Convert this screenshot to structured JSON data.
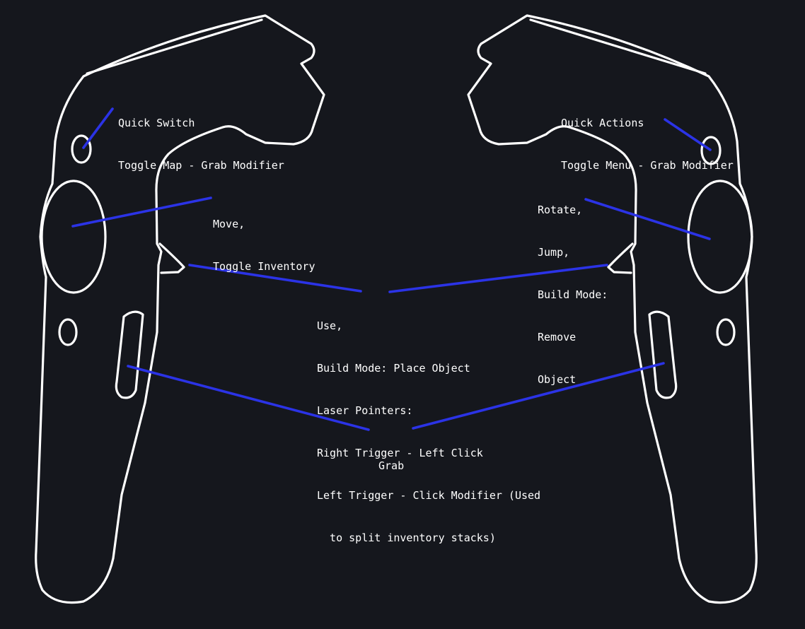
{
  "colors": {
    "background": "#15171d",
    "outline": "#ffffff",
    "leader": "#2b33e6",
    "text": "#ffffff"
  },
  "labels": {
    "quick_switch": [
      "Quick Switch",
      "Toggle Map - Grab Modifier"
    ],
    "quick_actions": [
      "Quick Actions",
      "Toggle Menu - Grab Modifier"
    ],
    "move": [
      "Move,",
      "Toggle Inventory"
    ],
    "rotate": [
      "Rotate,",
      "Jump,",
      "Build Mode:",
      "Remove",
      "Object"
    ],
    "use": [
      "Use,",
      "Build Mode: Place Object",
      "Laser Pointers:",
      "Right Trigger - Left Click",
      "Left Trigger - Click Modifier (Used",
      "  to split inventory stacks)"
    ],
    "grab": [
      "Grab"
    ]
  }
}
